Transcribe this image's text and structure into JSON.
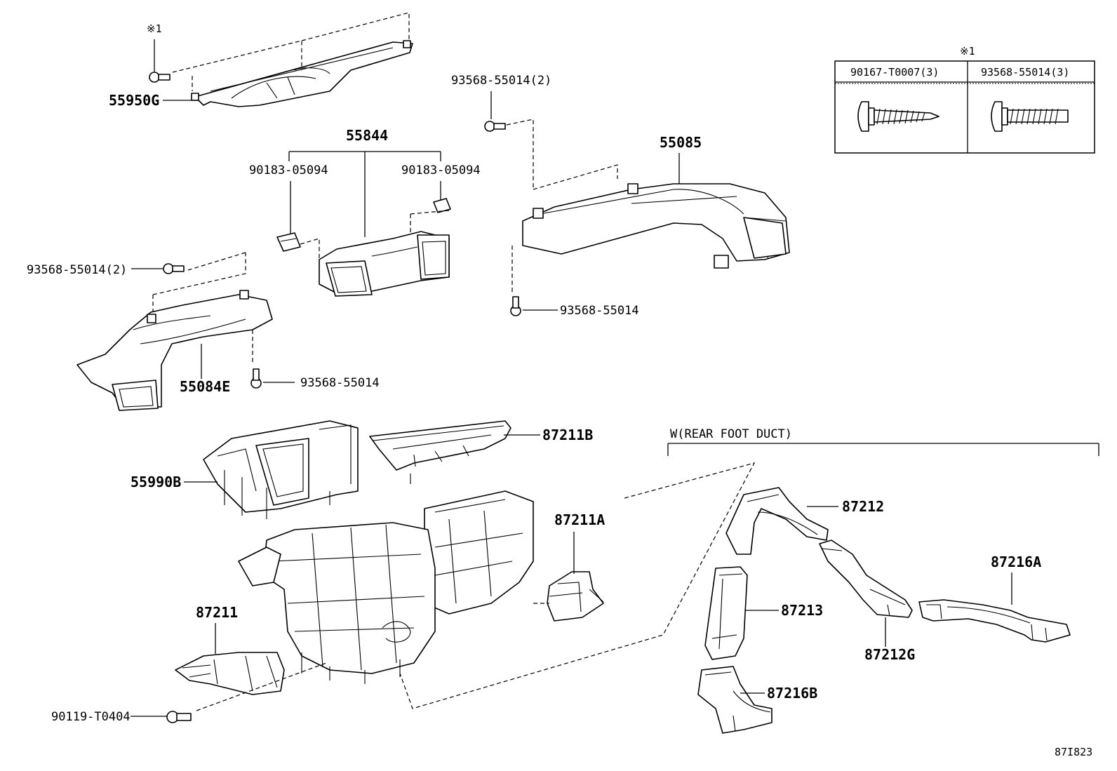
{
  "labels": {
    "p55950G": "55950G",
    "note_55950G": "※1",
    "p55844": "55844",
    "p90183_left": "90183-05094",
    "p90183_right": "90183-05094",
    "p93568_top_55085": "93568-55014(2)",
    "p55085": "55085",
    "p93568_bottom_55085": "93568-55014",
    "p93568_left_55084E": "93568-55014(2)",
    "p55084E": "55084E",
    "p93568_bottom_55084E": "93568-55014",
    "p55990B": "55990B",
    "p87211B": "87211B",
    "p87211A": "87211A",
    "p87211": "87211",
    "p90119": "90119-T0404",
    "rear_foot_duct": "W(REAR FOOT DUCT)",
    "p87212": "87212",
    "p87213": "87213",
    "p87216A": "87216A",
    "p87212G": "87212G",
    "p87216B": "87216B",
    "diagram_code": "87I823"
  },
  "legend_table": {
    "note": "※1",
    "col1": "90167-T0007(3)",
    "col2": "93568-55014(3)"
  },
  "icons": {
    "fastener": "screw-icon",
    "clip": "clip-icon",
    "duct": "duct-icon"
  }
}
